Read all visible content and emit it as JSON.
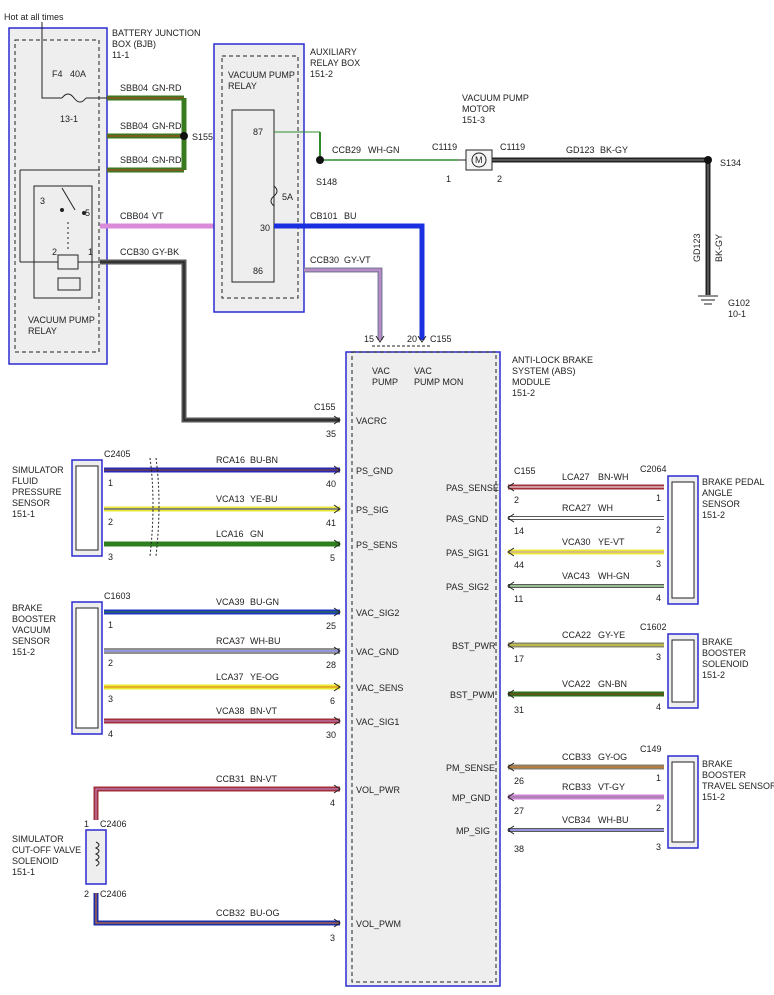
{
  "header": {
    "hot_label": "Hot at all times"
  },
  "bjb": {
    "title1": "BATTERY JUNCTION",
    "title2": "BOX (BJB)",
    "ref": "11-1",
    "fuse_name": "F4",
    "fuse_rating": "40A",
    "fuse_ref": "13-1",
    "relay_label1": "VACUUM PUMP",
    "relay_label2": "RELAY"
  },
  "aux_box": {
    "title1": "AUXILIARY",
    "title2": "RELAY BOX",
    "ref": "151-2",
    "relay_label1": "VACUUM PUMP",
    "relay_label2": "RELAY",
    "fuse_rating": "5A"
  },
  "motor": {
    "title1": "VACUUM PUMP",
    "title2": "MOTOR",
    "ref": "151-3"
  },
  "abs": {
    "title1": "ANTI-LOCK BRAKE",
    "title2": "SYSTEM (ABS)",
    "title3": "MODULE",
    "ref": "151-2",
    "vac_pump1": "VAC",
    "vac_pump2": "PUMP",
    "vac_mon1": "VAC",
    "vac_mon2": "PUMP MON"
  },
  "ground": {
    "name": "G102",
    "ref": "10-1"
  },
  "splices": {
    "s155": "S155",
    "s148": "S148",
    "s134": "S134"
  },
  "connectors": {
    "c1119a": "C1119",
    "c1119b": "C1119",
    "c155_top": "C155",
    "c155_left": "C155",
    "c155_right": "C155",
    "c2405": "C2405",
    "c1603": "C1603",
    "c2406a": "C2406",
    "c2406b": "C2406",
    "c2064": "C2064",
    "c1602": "C1602",
    "c149": "C149"
  },
  "components": {
    "sim_fluid": [
      "SIMULATOR",
      "FLUID",
      "PRESSURE",
      "SENSOR",
      "151-1"
    ],
    "brake_vac": [
      "BRAKE",
      "BOOSTER",
      "VACUUM",
      "SENSOR",
      "151-2"
    ],
    "sim_cutoff": [
      "SIMULATOR",
      "CUT-OFF VALVE",
      "SOLENOID",
      "151-1"
    ],
    "pedal_angle": [
      "BRAKE PEDAL",
      "ANGLE",
      "SENSOR",
      "151-2"
    ],
    "booster_sol": [
      "BRAKE",
      "BOOSTER",
      "SOLENOID",
      "151-2"
    ],
    "booster_travel": [
      "BRAKE",
      "BOOSTER",
      "TRAVEL SENSOR",
      "151-2"
    ]
  },
  "wires": [
    {
      "circuit": "SBB04",
      "color_code": "GN-RD",
      "color": "#3a7a1e",
      "stripe": "#c0392b"
    },
    {
      "circuit": "SBB04",
      "color_code": "GN-RD",
      "color": "#3a7a1e",
      "stripe": "#c0392b"
    },
    {
      "circuit": "SBB04",
      "color_code": "GN-RD",
      "color": "#3a7a1e",
      "stripe": "#c0392b"
    },
    {
      "circuit": "CBB04",
      "color_code": "VT",
      "color": "#d98ad9",
      "stripe": "#d98ad9"
    },
    {
      "circuit": "CCB30",
      "color_code": "GY-BK",
      "color": "#555555",
      "stripe": "#111111"
    },
    {
      "circuit": "CCB29",
      "color_code": "WH-GN",
      "color": "#2e8b2e",
      "stripe": "#2e8b2e"
    },
    {
      "circuit": "CB101",
      "color_code": "BU",
      "color": "#1a2fe0",
      "stripe": "#1a2fe0"
    },
    {
      "circuit": "CCB30",
      "color_code": "GY-VT",
      "color": "#8a7fa0",
      "stripe": "#c890d8"
    },
    {
      "circuit": "GD123",
      "color_code": "BK-GY",
      "color": "#222222",
      "stripe": "#888888"
    },
    {
      "circuit": "RCA16",
      "color_code": "BU-BN",
      "color": "#2a2ab8",
      "stripe": "#8b4513"
    },
    {
      "circuit": "VCA13",
      "color_code": "YE-BU",
      "color": "#e8e830",
      "stripe": "#2a2ab8"
    },
    {
      "circuit": "LCA16",
      "color_code": "GN",
      "color": "#2e7d1e",
      "stripe": "#2e7d1e"
    },
    {
      "circuit": "VCA39",
      "color_code": "BU-GN",
      "color": "#1f35c8",
      "stripe": "#2e7d1e"
    },
    {
      "circuit": "RCA37",
      "color_code": "WH-BU",
      "color": "#ffffff",
      "stripe": "#2a2ab8"
    },
    {
      "circuit": "LCA37",
      "color_code": "YE-OG",
      "color": "#e8e830",
      "stripe": "#e07a1e"
    },
    {
      "circuit": "VCA38",
      "color_code": "BN-VT",
      "color": "#a0303a",
      "stripe": "#c890d8"
    },
    {
      "circuit": "CCB31",
      "color_code": "BN-VT",
      "color": "#a0303a",
      "stripe": "#c890d8"
    },
    {
      "circuit": "CCB32",
      "color_code": "BU-OG",
      "color": "#1f2fa8",
      "stripe": "#e07a1e"
    },
    {
      "circuit": "LCA27",
      "color_code": "BN-WH",
      "color": "#a0303a",
      "stripe": "#ffffff"
    },
    {
      "circuit": "RCA27",
      "color_code": "WH",
      "color": "#ffffff",
      "stripe": "#ffffff"
    },
    {
      "circuit": "VCA30",
      "color_code": "YE-VT",
      "color": "#e8e830",
      "stripe": "#c890d8"
    },
    {
      "circuit": "VAC43",
      "color_code": "WH-GN",
      "color": "#ffffff",
      "stripe": "#2e7d1e"
    },
    {
      "circuit": "CCA22",
      "color_code": "GY-YE",
      "color": "#8a8a6a",
      "stripe": "#e8e830"
    },
    {
      "circuit": "VCA22",
      "color_code": "GN-BN",
      "color": "#2e6d1e",
      "stripe": "#8b4513"
    },
    {
      "circuit": "CCB33",
      "color_code": "GY-OG",
      "color": "#8a7f6a",
      "stripe": "#e07a1e"
    },
    {
      "circuit": "RCB33",
      "color_code": "VT-GY",
      "color": "#d080d8",
      "stripe": "#888888"
    },
    {
      "circuit": "VCB34",
      "color_code": "WH-BU",
      "color": "#ffffff",
      "stripe": "#2a2ab8"
    }
  ],
  "pins": {
    "abs_left": [
      {
        "name": "VACRC",
        "pin": "35"
      },
      {
        "name": "PS_GND",
        "pin": "40"
      },
      {
        "name": "PS_SIG",
        "pin": "41"
      },
      {
        "name": "PS_SENS",
        "pin": "5"
      },
      {
        "name": "VAC_SIG2",
        "pin": "25"
      },
      {
        "name": "VAC_GND",
        "pin": "28"
      },
      {
        "name": "VAC_SENS",
        "pin": "6"
      },
      {
        "name": "VAC_SIG1",
        "pin": "30"
      },
      {
        "name": "VOL_PWR",
        "pin": "4"
      },
      {
        "name": "VOL_PWM",
        "pin": "3"
      }
    ],
    "abs_right": [
      {
        "name": "PAS_SENSE",
        "pin": "2"
      },
      {
        "name": "PAS_GND",
        "pin": "14"
      },
      {
        "name": "PAS_SIG1",
        "pin": "44"
      },
      {
        "name": "PAS_SIG2",
        "pin": "11"
      },
      {
        "name": "BST_PWR",
        "pin": "17"
      },
      {
        "name": "BST_PWM",
        "pin": "31"
      },
      {
        "name": "PM_SENSE",
        "pin": "26"
      },
      {
        "name": "MP_GND",
        "pin": "27"
      },
      {
        "name": "MP_SIG",
        "pin": "38"
      }
    ],
    "abs_top": [
      "15",
      "20"
    ],
    "right_comp": [
      "1",
      "2",
      "3",
      "4",
      "3",
      "4",
      "1",
      "2",
      "3"
    ],
    "left_comp": [
      "1",
      "2",
      "3",
      "1",
      "2",
      "3",
      "4",
      "1",
      "2"
    ],
    "bjb_relay": [
      "3",
      "5",
      "2",
      "1"
    ],
    "aux_relay": [
      "87",
      "30",
      "86"
    ],
    "motor": [
      "1",
      "2"
    ]
  }
}
